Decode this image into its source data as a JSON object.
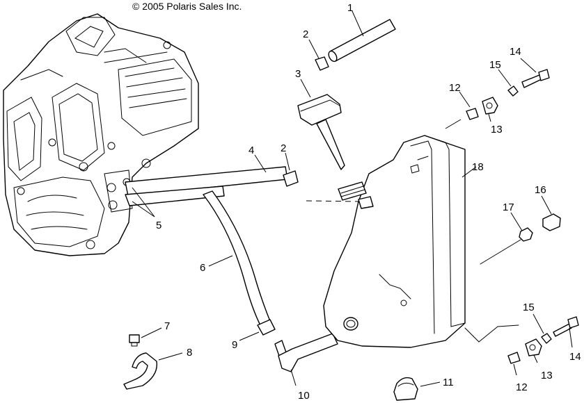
{
  "copyright": "© 2005 Polaris Sales Inc.",
  "callouts": {
    "c1": "1",
    "c2a": "2",
    "c2b": "2",
    "c3": "3",
    "c4": "4",
    "c5": "5",
    "c6": "6",
    "c7": "7",
    "c8": "8",
    "c9": "9",
    "c10": "10",
    "c11": "11",
    "c12a": "12",
    "c12b": "12",
    "c13a": "13",
    "c13b": "13",
    "c14a": "14",
    "c14b": "14",
    "c15a": "15",
    "c15b": "15",
    "c16": "16",
    "c17": "17",
    "c18": "18"
  },
  "colors": {
    "line": "#000000",
    "background": "#ffffff"
  }
}
